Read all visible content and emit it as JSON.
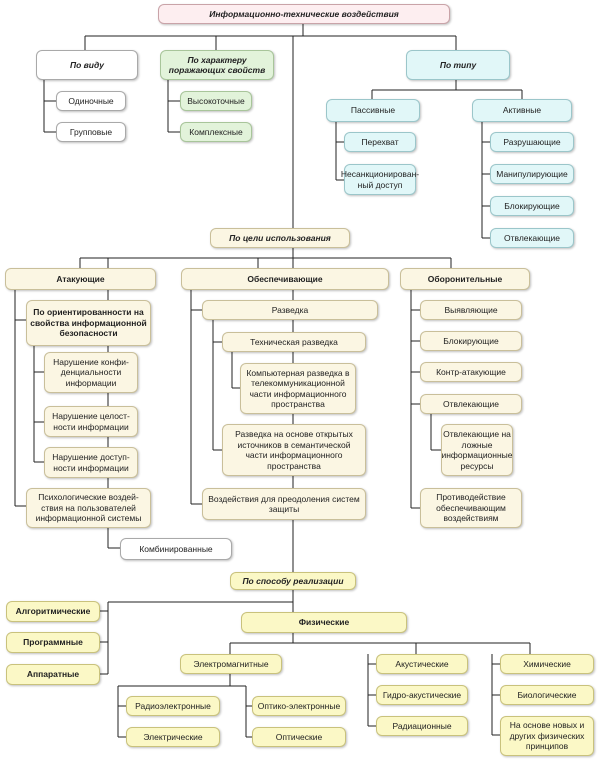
{
  "root": "Информационно-технические воздействия",
  "by_kind": {
    "title": "По виду",
    "items": [
      "Одиночные",
      "Групповые"
    ]
  },
  "by_nature": {
    "title": "По характеру поражающих свойств",
    "items": [
      "Высокоточные",
      "Комплексные"
    ]
  },
  "by_type": {
    "title": "По типу",
    "passive": {
      "title": "Пассивные",
      "items": [
        "Перехват",
        "Несанкционирован-ный доступ"
      ]
    },
    "active": {
      "title": "Активные",
      "items": [
        "Разрушающие",
        "Манипулирующие",
        "Блокирующие",
        "Отвлекающие"
      ]
    }
  },
  "by_purpose": {
    "title": "По цели использования",
    "attacking": {
      "title": "Атакующие",
      "orientation": "По ориентированности на свойства информационной безопасности",
      "orientation_items": [
        "Нарушение конфи-денциальности информации",
        "Нарушение целост-ности информации",
        "Нарушение доступ-ности информации"
      ],
      "psych": "Психологические воздей-ствия на пользователей информационной системы"
    },
    "supporting": {
      "title": "Обеспечивающие",
      "recon": "Разведка",
      "tech_recon": "Техническая разведка",
      "computer_recon": "Компьютерная разведка в телекоммуникационной части информационного пространства",
      "open_recon": "Разведка на основе открытых источников в семантической части информационного пространства",
      "overcome": "Воздействия для преодоления систем защиты"
    },
    "defensive": {
      "title": "Оборонительные",
      "items": [
        "Выявляющие",
        "Блокирующие",
        "Контр-атакующие",
        "Отвлекающие"
      ],
      "decoy": "Отвлекающие на ложные информационные ресурсы",
      "counter": "Противодействие обеспечивающим воздействиям"
    },
    "combined": "Комбинированные"
  },
  "by_method": {
    "title": "По способу реализации",
    "left_items": [
      "Алгоритмические",
      "Программные",
      "Аппаратные"
    ],
    "physical": {
      "title": "Физические",
      "electromagnetic": "Электромагнитные",
      "em_items": [
        "Радиоэлектронные",
        "Оптико-электронные",
        "Электрические",
        "Оптические"
      ],
      "acoustic": [
        "Акустические",
        "Гидро-акустические",
        "Радиационные"
      ],
      "other": [
        "Химические",
        "Биологические",
        "На основе новых и других физических принципов"
      ]
    }
  }
}
